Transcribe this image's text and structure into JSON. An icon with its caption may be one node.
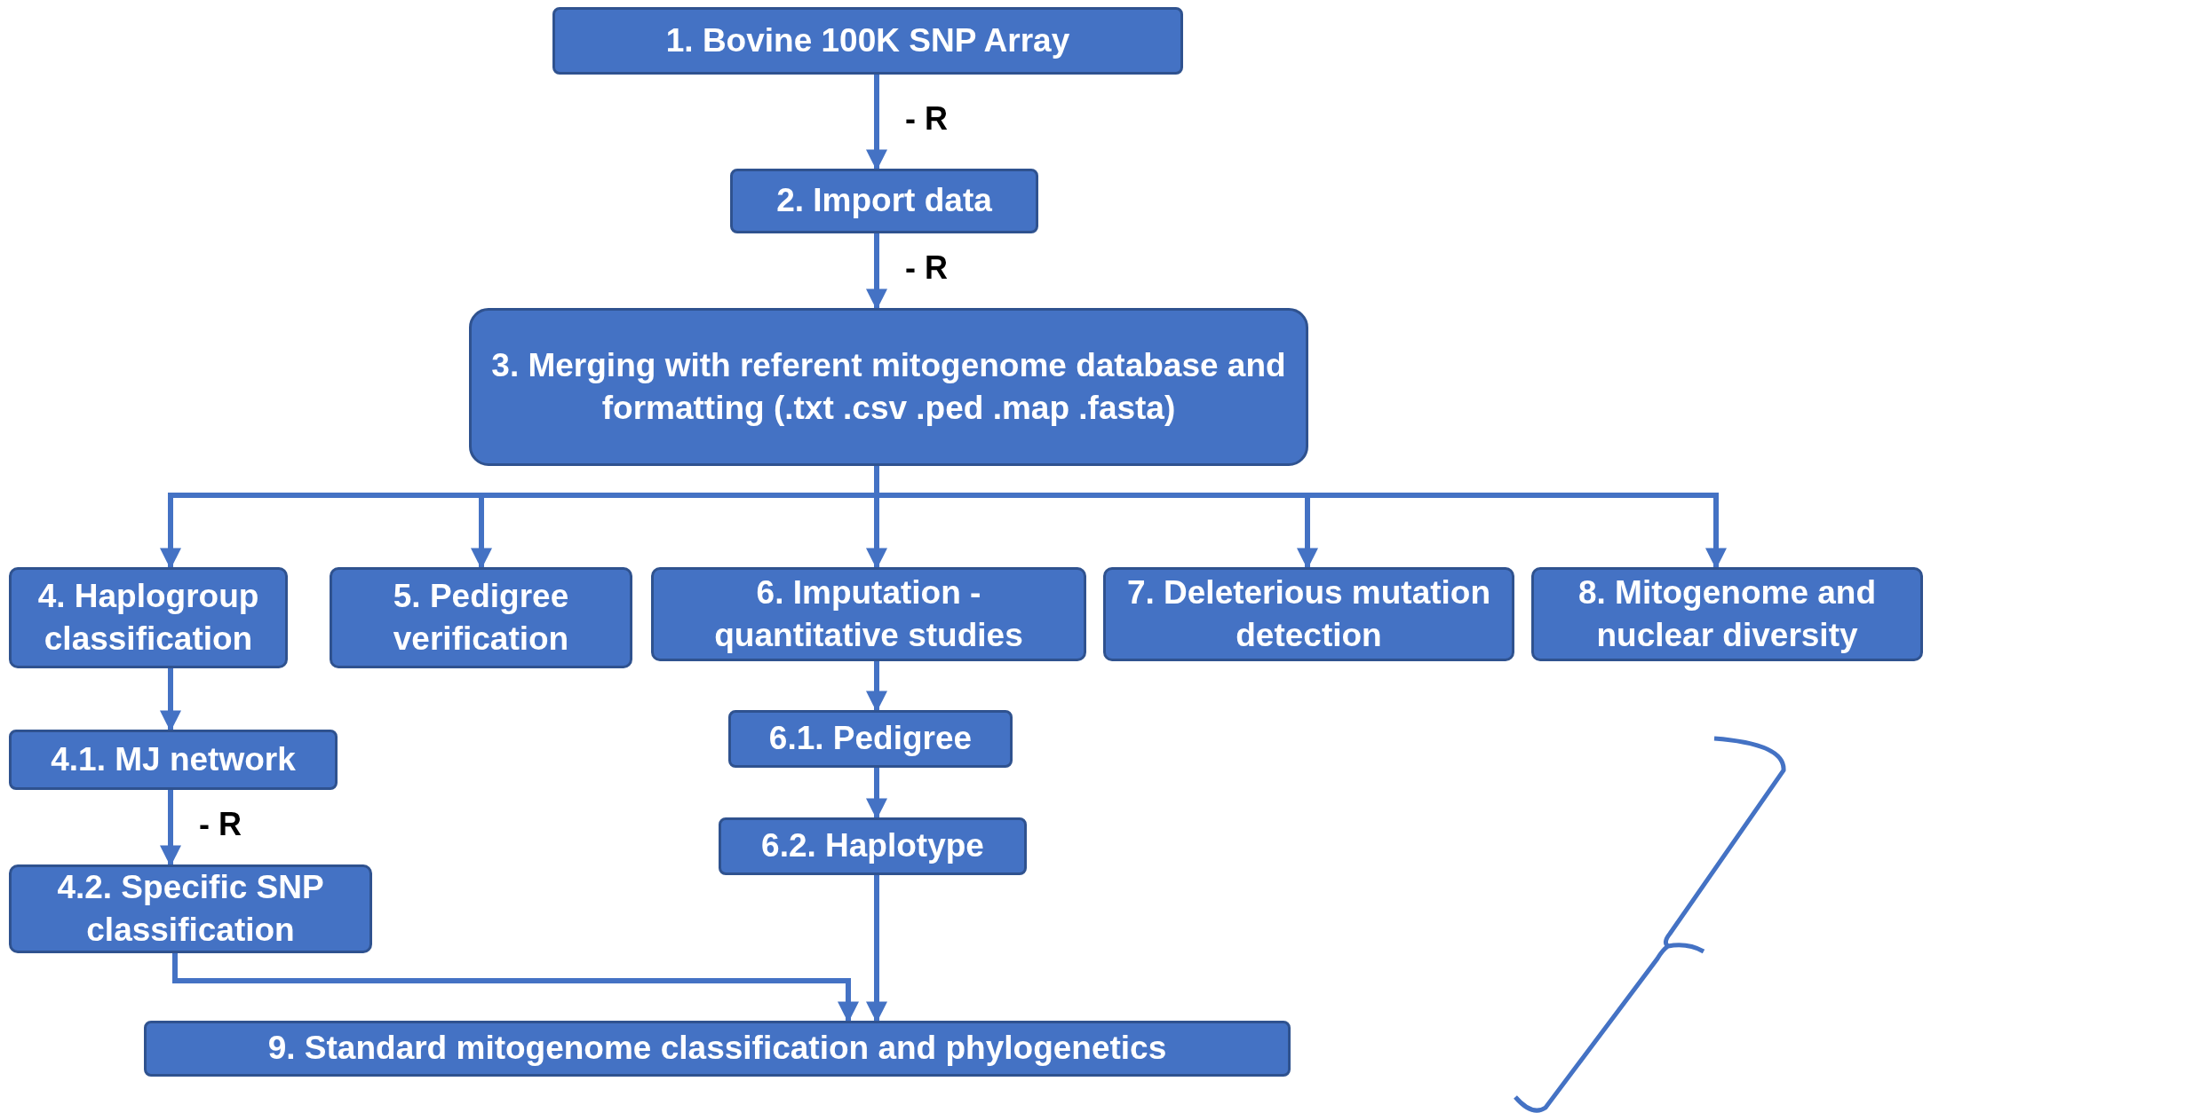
{
  "diagram": {
    "nodes": [
      {
        "text": [
          "1. Bovine 100K SNP Array"
        ]
      },
      {
        "text": [
          "2. Import data"
        ]
      },
      {
        "text": [
          "3. Merging with referent mitogenome database and formatting (.txt .csv .ped .map .fasta)"
        ]
      },
      {
        "text": [
          "4. Haplogroup classification"
        ]
      },
      {
        "text": [
          "5. Pedigree verification"
        ]
      },
      {
        "text": [
          "6. Imputation - quantitative studies"
        ]
      },
      {
        "text": [
          "7. Deleterious mutation detection"
        ]
      },
      {
        "text": [
          "8. Mitogenome and nuclear diversity"
        ]
      },
      {
        "text": [
          "4.1. MJ network"
        ]
      },
      {
        "text": [
          "6.1. Pedigree"
        ]
      },
      {
        "text": [
          "4.2. Specific SNP classification"
        ]
      },
      {
        "text": [
          "6.2. Haplotype"
        ]
      },
      {
        "text": [
          "9. Standard mitogenome classification and phylogenetics"
        ]
      }
    ],
    "edges": [
      {
        "from": 0,
        "to": 1,
        "arrow": "to",
        "label": "- R"
      },
      {
        "from": 1,
        "to": 2,
        "arrow": "to",
        "label": "- R"
      },
      {
        "from": 2,
        "to": 3,
        "arrow": "to"
      },
      {
        "from": 2,
        "to": 4,
        "arrow": "to"
      },
      {
        "from": 2,
        "to": 5,
        "arrow": "to"
      },
      {
        "from": 2,
        "to": 6,
        "arrow": "to"
      },
      {
        "from": 2,
        "to": 7,
        "arrow": "to"
      },
      {
        "from": 3,
        "to": 8,
        "arrow": "to"
      },
      {
        "from": 5,
        "to": 9,
        "arrow": "to"
      },
      {
        "from": 9,
        "to": 11,
        "arrow": "to"
      },
      {
        "from": 8,
        "to": 10,
        "arrow": "to",
        "label": "- R"
      },
      {
        "from": 11,
        "to": 12,
        "arrow": "to"
      },
      {
        "from": 10,
        "to": 12,
        "arrow": "to"
      }
    ]
  }
}
